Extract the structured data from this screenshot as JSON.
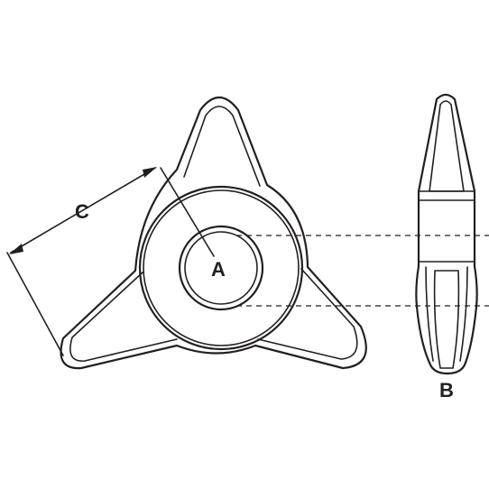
{
  "diagram": {
    "labels": {
      "a": "A",
      "b": "B",
      "c": "C"
    },
    "stroke_color": "#231f20",
    "background": "#ffffff"
  }
}
